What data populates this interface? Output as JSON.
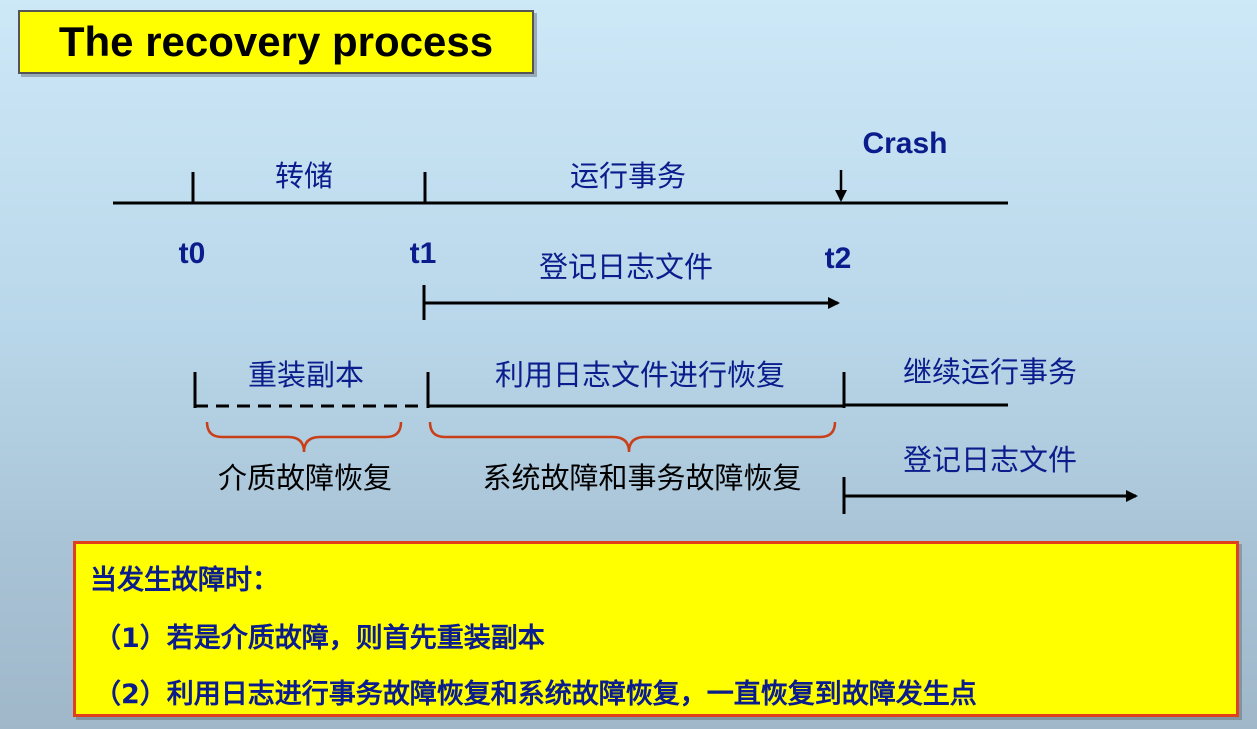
{
  "title": "The recovery process",
  "timeline": {
    "dump_label": "转储",
    "run_label": "运行事务",
    "crash_label": "Crash",
    "t0": "t0",
    "t1": "t1",
    "t2": "t2",
    "log_label_1": "登记日志文件",
    "reload_label": "重装副本",
    "recover_label": "利用日志文件进行恢复",
    "continue_label": "继续运行事务",
    "log_label_2": "登记日志文件",
    "media_recovery": "介质故障恢复",
    "system_recovery": "系统故障和事务故障恢复"
  },
  "note": {
    "heading": "当发生故障时：",
    "item1": "（1）若是介质故障，则首先重装副本",
    "item2": "（2）利用日志进行事务故障恢复和系统故障恢复，一直恢复到故障发生点"
  },
  "colors": {
    "text_blue": "#0b1d8c",
    "brace_red": "#c8401a",
    "highlight_yellow": "#ffff00",
    "box_border": "#e0401a"
  }
}
